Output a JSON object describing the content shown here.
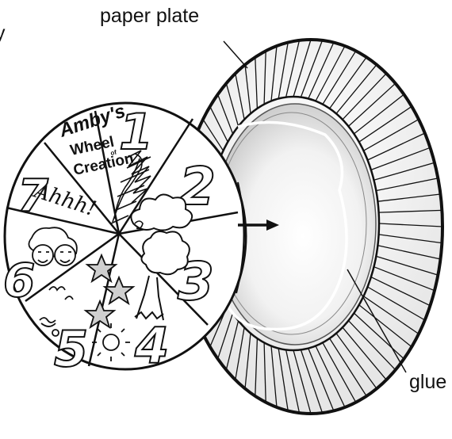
{
  "labels": {
    "left_fragment": "y",
    "paper_plate": "paper plate",
    "glue": "glue"
  },
  "wheel": {
    "title_line1": "Amby's",
    "title_line2": "Wheel",
    "title_line3": "of",
    "title_line4": "Creation",
    "exclaim": "Ahhh!",
    "numbers": [
      "1",
      "2",
      "3",
      "4",
      "5",
      "6",
      "7"
    ]
  },
  "colors": {
    "ink": "#111111",
    "paper": "#ffffff",
    "plate_gray": "#d9d9d9"
  }
}
